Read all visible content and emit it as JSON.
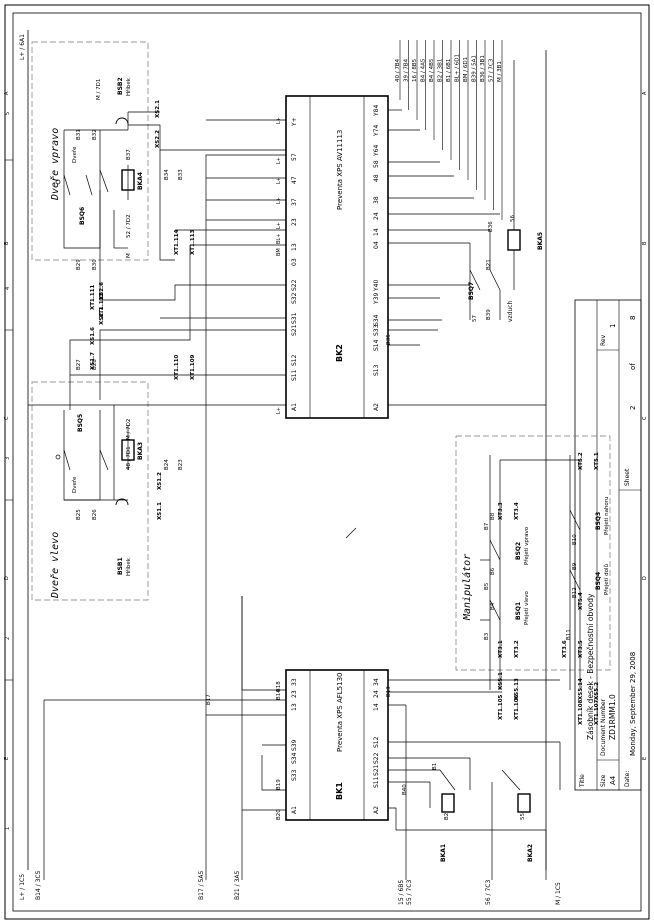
{
  "frame": {
    "zones": [
      "A",
      "B",
      "C",
      "D",
      "E"
    ],
    "rows": [
      "5",
      "4",
      "3",
      "2",
      "1"
    ]
  },
  "title_block": {
    "title_label": "Title",
    "title": "Zásobník desek - Bezpečnostní obvody",
    "size_label": "Size",
    "size": "A4",
    "docnum_label": "Document Number",
    "docnum": "ZD1RMM1.0",
    "rev_label": "Rev",
    "rev": "1",
    "date_label": "Date:",
    "date": "Monday, September 29, 2008",
    "sheet_label": "Sheet",
    "sheet": "2",
    "of_label": "of",
    "sheet_total": "8"
  },
  "groups": {
    "door_right": "Dveře vpravo",
    "door_left": "Dveře vlevo",
    "manipulator": "Manipulátor"
  },
  "modules": {
    "bk2": {
      "ref": "BK2",
      "name": "Preventa XPS AV11113",
      "left_pins": [
        "Y+",
        "57",
        "47",
        "37",
        "23",
        "13",
        "03",
        "S22",
        "S32",
        "S31",
        "S21",
        "S12",
        "S11",
        "A1"
      ],
      "right_pins": [
        "Y84",
        "Y74",
        "Y64",
        "58",
        "48",
        "38",
        "24",
        "14",
        "04",
        "Y40",
        "Y39",
        "S34",
        "S33",
        "S14",
        "S13",
        "A2"
      ],
      "right_labels": [
        "L+",
        "L+",
        "L+",
        "L+",
        "L+",
        "BL+",
        "BM",
        "L+"
      ]
    },
    "bk1": {
      "ref": "BK1",
      "name": "Preventa XPS AFL5130",
      "left_pins": [
        "33",
        "23",
        "13",
        "S39",
        "S34",
        "S33",
        "A1"
      ],
      "right_pins": [
        "34",
        "24",
        "14",
        "S12",
        "S22",
        "S21",
        "S11",
        "A2"
      ]
    }
  },
  "top_refs": [
    "40 / 7B4",
    "39 / 7B4",
    "16 / 8B5",
    "B4 / 4A5",
    "B4 / 4B5",
    "B2 / 3B1",
    "B1 / 6B1",
    "BL+ / 6D1",
    "BM / 6D1",
    "B39 / 5A1",
    "B36 / 3B1",
    "57 / 7C3",
    "M / 3B1"
  ],
  "left_refs": [
    "L+ / 6A1",
    "L+ / 1C5",
    "B14 / 3C5",
    "B17 / 5A5",
    "B21 / 3A5"
  ],
  "bottom_refs": [
    "15 / 6B5",
    "55 / 7C3",
    "56 / 7C3",
    "M / 1C5"
  ],
  "labels": {
    "vzduch": "vzduch",
    "hrib": "Hříbek",
    "dvere": "Dveře",
    "prejeti_vpravo": "Přejetí vpravo",
    "prejeti_vlevo": "Přejetí vlevo",
    "prejeti_nahoru": "Přejetí nahoru",
    "prejeti_dolu": "Přejetí dolů"
  },
  "components": [
    "BSB2",
    "BSQ6",
    "BKA4",
    "BSB1",
    "BSQ5",
    "BKA3",
    "BSQ7",
    "BKA5",
    "BSQ1",
    "BSQ2",
    "BSQ3",
    "BSQ4",
    "BKA1",
    "BKA2"
  ],
  "terminals": [
    "XS2.1",
    "XS2.2",
    "XS2.6",
    "XS2.7",
    "XS1.1",
    "XS1.2",
    "XS1.6",
    "XS1.7",
    "XT1.110",
    "XT1.109",
    "XT1.111",
    "XT1.112",
    "XT1.113",
    "XT1.114",
    "XT3.1",
    "XT3.2",
    "XT3.3",
    "XT3.4",
    "XT3.5",
    "XT3.6",
    "XT5.1",
    "XT5.2",
    "XT5.4",
    "XS5.1",
    "XS5.2",
    "XS5.13",
    "XS5.14",
    "XT1.105",
    "XT1.106",
    "XT1.107",
    "XT1.108"
  ],
  "net_labels": [
    "B27",
    "B28",
    "B29",
    "B30",
    "B31",
    "B32",
    "B33",
    "B34",
    "B35",
    "B36",
    "B37",
    "B23",
    "B24",
    "B25",
    "B26",
    "B3",
    "B4",
    "B5",
    "B6",
    "B7",
    "B8",
    "B9",
    "B10",
    "B11",
    "B12",
    "B13",
    "B14",
    "B17",
    "B18",
    "B19",
    "B20",
    "B21",
    "B39",
    "B40",
    "B1",
    "B2",
    "55",
    "56",
    "57",
    "M",
    "52 / 7D2",
    "M / 7D2",
    "48 / 7D1",
    "M / 7D1"
  ]
}
